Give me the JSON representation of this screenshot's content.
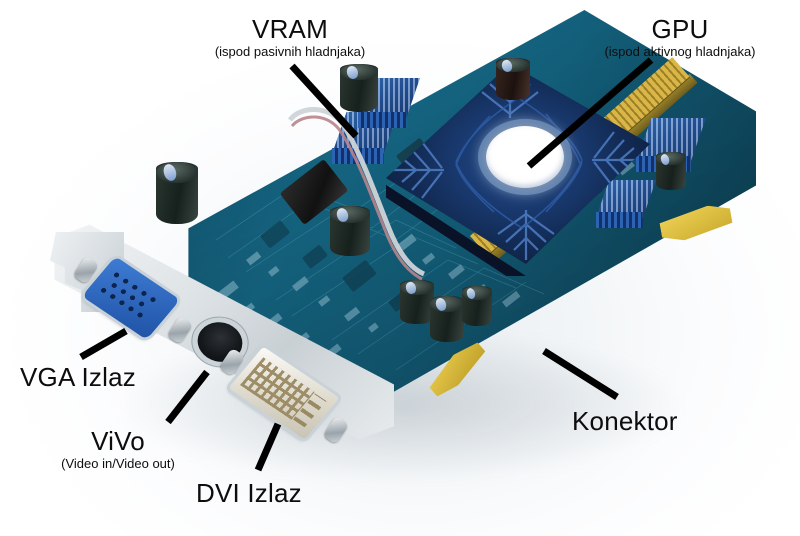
{
  "scene": {
    "subject": "graphics-card-annotated-diagram",
    "background_color": "#f7f9fa",
    "pcb_color": "#13607c",
    "heatsink_color": "#2a5fae",
    "gpu_cooler_color": "#16315f",
    "gold_connector_color": "#d9b64a",
    "bracket_color": "#d9e0e4",
    "label_color": "#0d0d0d",
    "arrow_color": "#000000"
  },
  "labels": {
    "vram": {
      "title": "VRAM",
      "subtitle": "(ispod pasivnih hladnjaka)",
      "target": "vram-heatsinks"
    },
    "gpu": {
      "title": "GPU",
      "subtitle": "(ispod aktivnog hladnjaka)",
      "target": "gpu-cooler"
    },
    "vga": {
      "title": "VGA Izlaz",
      "subtitle": "",
      "target": "vga-port"
    },
    "vivo": {
      "title": "ViVo",
      "subtitle": "(Video in/Video out)",
      "target": "vivo-port"
    },
    "dvi": {
      "title": "DVI Izlaz",
      "subtitle": "",
      "target": "dvi-port"
    },
    "konektor": {
      "title": "Konektor",
      "subtitle": "",
      "target": "pcie-edge-connector"
    }
  },
  "components": {
    "gpu_cooler": "active heatsink with fan",
    "vram_heatsinks": "passive blue pin-fin heatsinks",
    "pcie_connector": "gold edge fingers",
    "vga_port": "blue 15-pin D-sub",
    "dvi_port": "white DVI-I",
    "vivo_port": "round video in / video out jack",
    "capacitors": "electrolytic capacitors",
    "io_bracket": "metal I/O bracket"
  }
}
